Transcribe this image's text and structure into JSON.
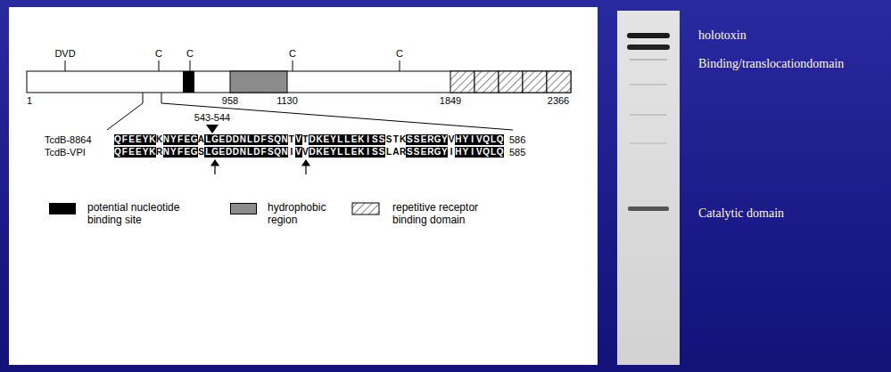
{
  "diagram": {
    "labels": [
      "DVD",
      "C",
      "C",
      "C",
      "C",
      "1",
      "958",
      "1130",
      "1849",
      "2366",
      "543-544",
      "TcdB-8864",
      "QFEEYKKNYFEGALGEDDNLDFSQNTVTDKEYLLEKISSSTKSSERGYVHYIVQLQ",
      "586",
      "TcdB-VPI",
      "QFEEYKRNYFEGSLGEDDNLDFSQNIVVDKEYLLEKISSLARSSERGYIHYIVQLQ",
      "585",
      "holotoxin",
      "Binding/translocationdomain",
      "Catalytic domain"
    ],
    "legend": [
      {
        "text": "potential nucleotide binding site",
        "color": "#000000"
      },
      {
        "text": "hydrophobic region",
        "color": "#8c8c8c"
      },
      {
        "text": "repetitive receptor binding domain"
      }
    ]
  }
}
